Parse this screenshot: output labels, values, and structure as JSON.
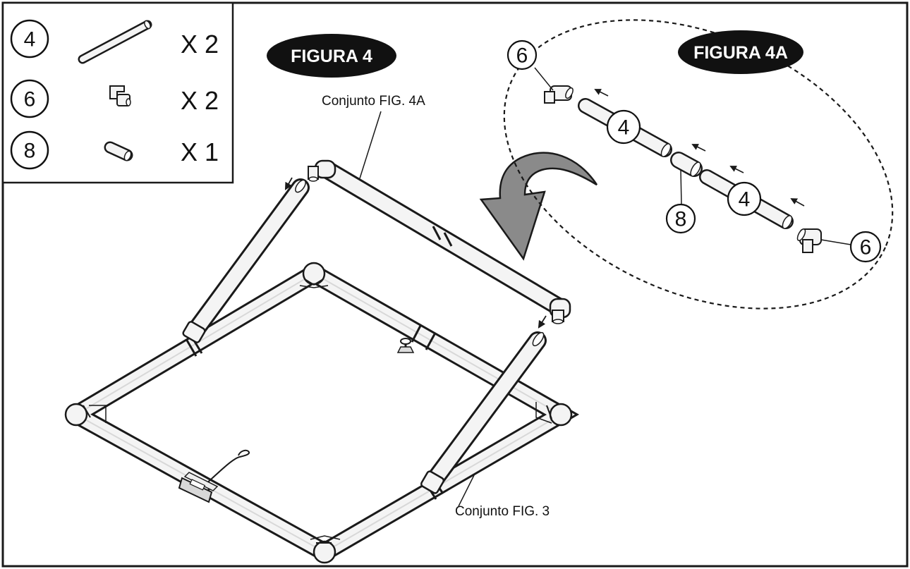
{
  "parts_table": {
    "rows": [
      {
        "number": "4",
        "quantity": "X 2",
        "part_icon": "long-pipe-icon"
      },
      {
        "number": "6",
        "quantity": "X 2",
        "part_icon": "elbow-connector-icon"
      },
      {
        "number": "8",
        "quantity": "X 1",
        "part_icon": "straight-coupler-icon"
      }
    ]
  },
  "figure_main": {
    "badge": "FIGURA 4",
    "callout_top": "Conjunto FIG. 4A",
    "callout_bottom": "Conjunto FIG. 3"
  },
  "figure_detail": {
    "badge": "FIGURA 4A",
    "callouts": [
      "6",
      "4",
      "8",
      "4",
      "6"
    ]
  },
  "colors": {
    "border": "#1a1a1a",
    "badge_fill": "#111111",
    "arrow_fill": "#8a8a8a",
    "pipe_fill": "#f4f4f4"
  }
}
